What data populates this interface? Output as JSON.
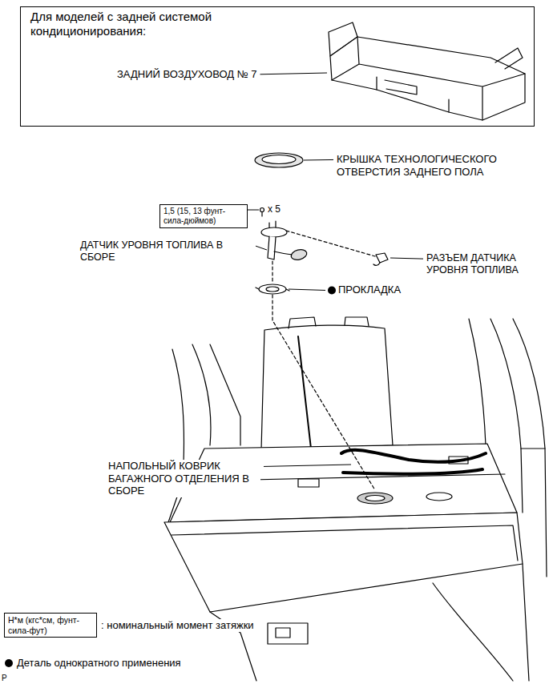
{
  "diagram": {
    "nodes": [
      {
        "text": [
          "Для моделей с задней системой кондиционирования:",
          "ЗАДНИЙ ВОЗДУХОВОД № 7"
        ]
      },
      {
        "text": [
          "1,5 (15, 13 фунт-сила-дюймов)"
        ]
      },
      {
        "text": [
          "Н*м (кгс*см, фунт-сила-фут)"
        ]
      }
    ],
    "labels": [
      "КРЫШКА ТЕХНОЛОГИЧЕСКОГО ОТВЕРСТИЯ ЗАДНЕГО ПОЛА",
      "x 5",
      "ДАТЧИК УРОВНЯ ТОПЛИВА В СБОРЕ",
      "РАЗЪЕМ ДАТЧИКА УРОВНЯ ТОПЛИВА",
      "ПРОКЛАДКА",
      "НАПОЛЬНЫЙ КОВРИК БАГАЖНОГО ОТДЕЛЕНИЯ В СБОРЕ",
      ": номинальный момент затяжки",
      "P"
    ],
    "legend": [
      {
        "text": "Деталь однократного применения"
      }
    ]
  }
}
